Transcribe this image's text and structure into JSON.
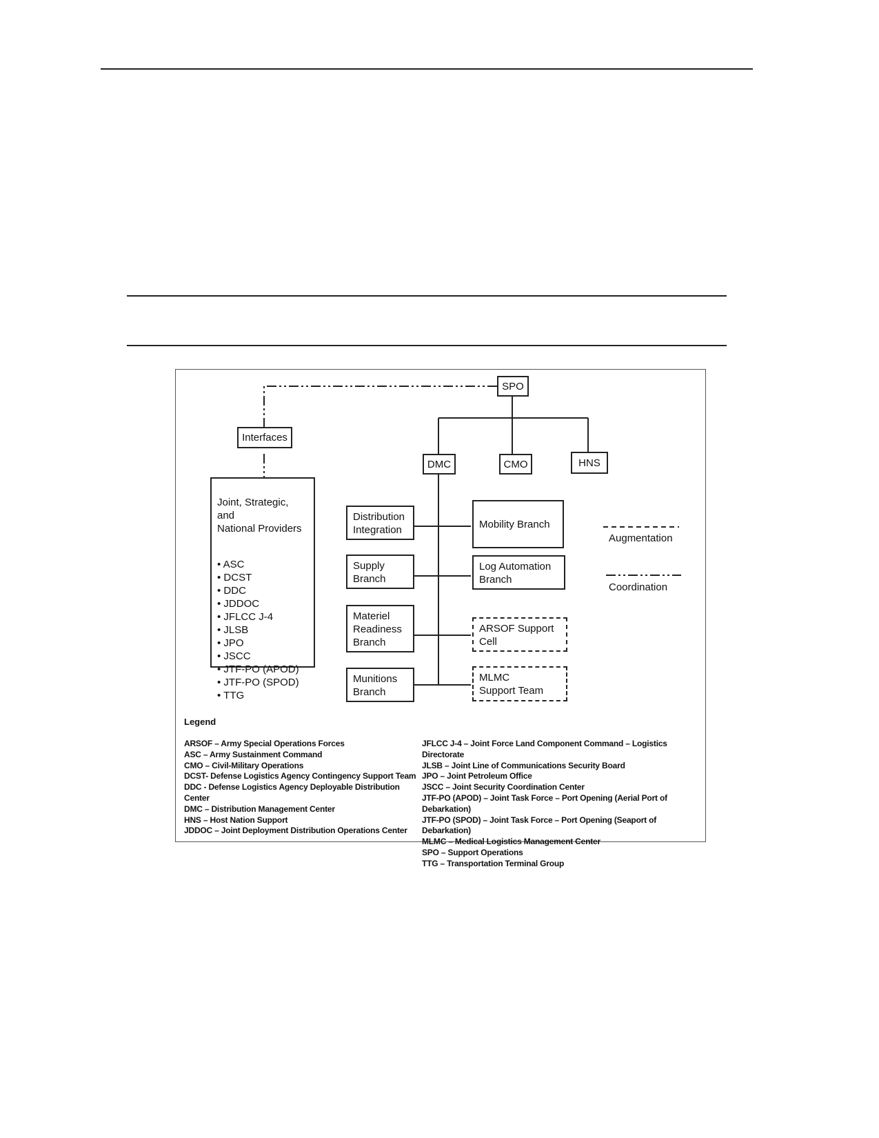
{
  "chart": {
    "top_box": "SPO",
    "interfaces_box": "Interfaces",
    "providers": {
      "heading": "Joint, Strategic, and\nNational Providers",
      "items": [
        "ASC",
        "DCST",
        "DDC",
        "JDDOC",
        "JFLCC J-4",
        "JLSB",
        "JPO",
        "JSCC",
        "JTF-PO (APOD)",
        "JTF-PO (SPOD)",
        "TTG"
      ]
    },
    "spo_children": [
      "DMC",
      "CMO",
      "HNS"
    ],
    "dmc_left_branches": [
      "Distribution\nIntegration",
      "Supply\nBranch",
      "Materiel\nReadiness\nBranch",
      "Munitions\nBranch"
    ],
    "dmc_right_branches": [
      "Mobility Branch",
      "Log Automation\nBranch"
    ],
    "augmentation_cells": [
      "ARSOF Support\nCell",
      "MLMC\nSupport Team"
    ]
  },
  "line_key": {
    "augmentation": "Augmentation",
    "coordination": "Coordination"
  },
  "legend": {
    "title": "Legend",
    "left_entries": [
      "ARSOF – Army Special Operations Forces",
      "ASC – Army Sustainment Command",
      "CMO – Civil-Military Operations",
      "DCST- Defense Logistics Agency Contingency Support Team",
      "DDC - Defense Logistics Agency Deployable Distribution Center",
      "DMC – Distribution Management Center",
      "HNS – Host Nation Support",
      "JDDOC – Joint Deployment Distribution Operations Center"
    ],
    "right_entries": [
      "JFLCC J-4 – Joint Force Land Component Command – Logistics Directorate",
      "JLSB – Joint Line of Communications Security Board",
      "JPO – Joint Petroleum Office",
      "JSCC – Joint Security Coordination Center",
      "JTF-PO (APOD) – Joint Task Force – Port Opening (Aerial Port of Debarkation)",
      "JTF-PO (SPOD) – Joint Task Force – Port Opening (Seaport of Debarkation)",
      "MLMC – Medical Logistics Management Center",
      "SPO – Support Operations",
      "TTG – Transportation Terminal Group"
    ]
  }
}
